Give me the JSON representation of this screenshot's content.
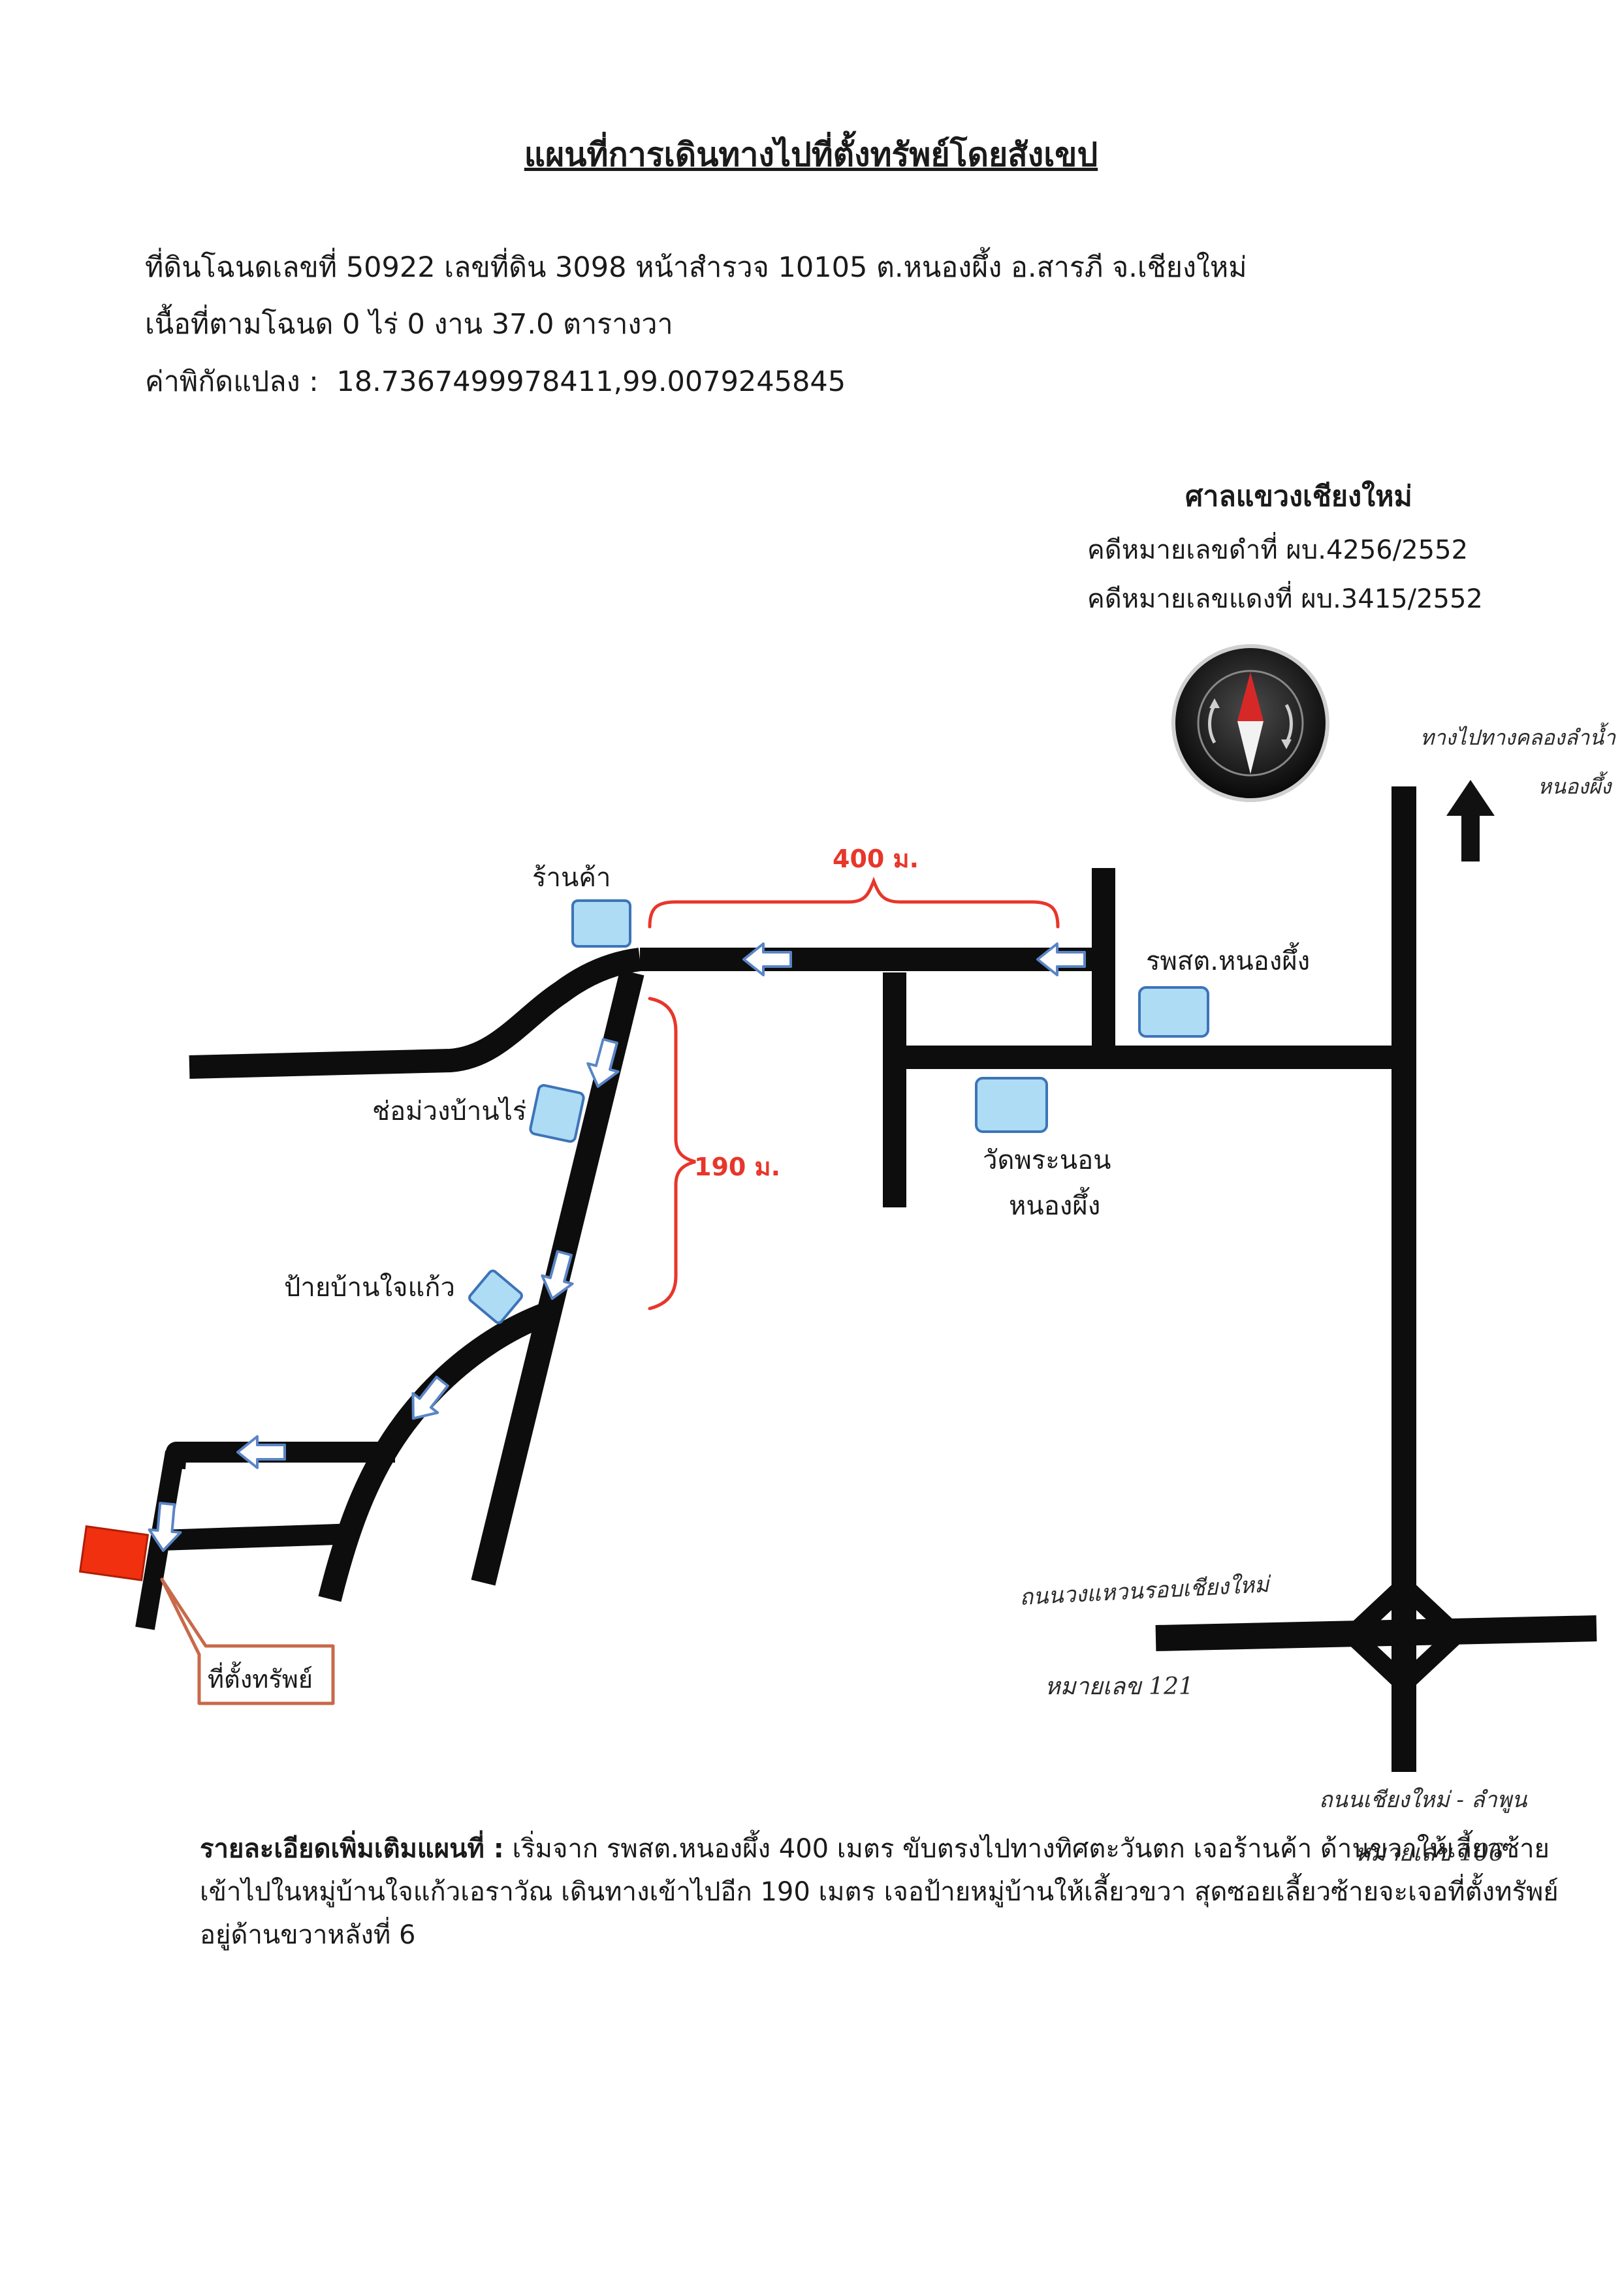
{
  "title": "แผนที่การเดินทางไปที่ตั้งทรัพย์โดยสังเขป",
  "parcel": {
    "line1": "ที่ดินโฉนดเลขที่ 50922  เลขที่ดิน 3098  หน้าสำรวจ 10105  ต.หนองผึ้ง  อ.สารภี  จ.เชียงใหม่",
    "line2": "เนื้อที่ตามโฉนด 0 ไร่ 0 งาน 37.0 ตารางวา",
    "coord_label": "ค่าพิกัดแปลง :",
    "coord_value": "18.7367499978411,99.0079245845"
  },
  "court": {
    "name": "ศาลแขวงเชียงใหม่",
    "black_case": "คดีหมายเลขดำที่ ผบ.4256/2552",
    "red_case": "คดีหมายเลขแดงที่ ผบ.3415/2552"
  },
  "map": {
    "compass_icon": "compass-icon",
    "landmarks": {
      "shop": "ร้านค้า",
      "health_center": "รพสต.หนองผึ้ง",
      "temple_line1": "วัดพระนอน",
      "temple_line2": "หนองผึ้ง",
      "cheering_point": "ช่อม่วงบ้านไร่",
      "village_sign": "ป้ายบ้านใจแก้ว",
      "property": "ที่ตั้งทรัพย์"
    },
    "distances": {
      "top_segment": "400 ม.",
      "down_segment": "190 ม."
    },
    "handwritten": {
      "north_road_line1": "ทางไปทางคลองลำน้ำ",
      "north_road_line2": "หนองผึ้ง",
      "ring_road": "ถนนวงแหวนรอบเชียงใหม่",
      "ring_road_no": "หมายเลข 121",
      "south_road": "ถนนเชียงใหม่ - ลำพูน",
      "south_road_no": "หมายเลข 106"
    },
    "colors": {
      "road": "#0d0d0d",
      "landmark_fill": "#aedcf5",
      "landmark_stroke": "#3d74b8",
      "arrow_fill": "#ffffff",
      "arrow_stroke": "#5a85c6",
      "distance": "#e8362a",
      "property_fill": "#f0300e",
      "callout_stroke": "#c8694a"
    }
  },
  "details": {
    "label": "รายละเอียดเพิ่มเติมแผนที่ :",
    "text": "  เริ่มจาก รพสต.หนองผึ้ง 400 เมตร ขับตรงไปทางทิศตะวันตก เจอร้านค้า ด้านขวาให้เลี้ยวซ้ายเข้าไปในหมู่บ้านใจแก้วเอราวัณ เดินทางเข้าไปอีก 190 เมตร เจอป้ายหมู่บ้านให้เลี้ยวขวา สุดซอยเลี้ยวซ้ายจะเจอที่ตั้งทรัพย์อยู่ด้านขวาหลังที่ 6"
  }
}
